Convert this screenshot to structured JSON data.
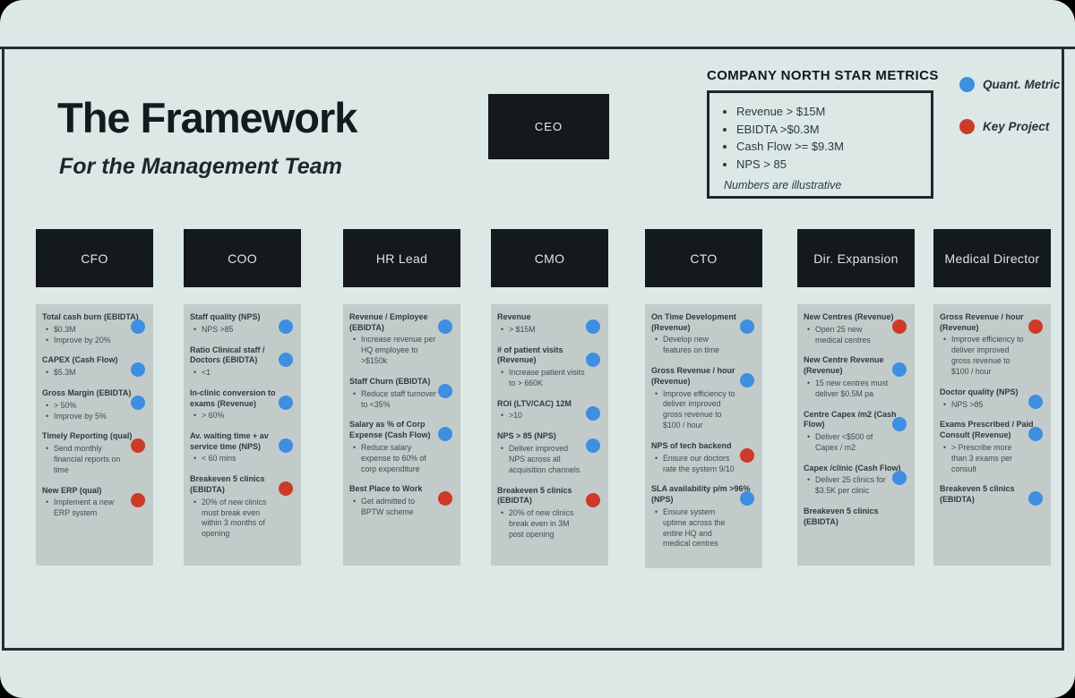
{
  "page": {
    "title": "The Framework",
    "subtitle": "For the Management Team"
  },
  "ceo_label": "CEO",
  "north_star": {
    "title": "COMPANY NORTH STAR METRICS",
    "items": [
      "Revenue > $15M",
      "EBIDTA >$0.3M",
      "Cash Flow >= $9.3M",
      "NPS > 85"
    ],
    "note": "Numbers are illustrative"
  },
  "legend": {
    "quant": {
      "label": "Quant. Metric",
      "color": "#3E8EE2"
    },
    "project": {
      "label": "Key Project",
      "color": "#CD3A28"
    }
  },
  "columns": [
    {
      "role": "CFO",
      "items": [
        {
          "title": "Total cash burn (EBIDTA)",
          "dot": "blue",
          "bullets": [
            "$0.3M",
            "Improve by 20%"
          ]
        },
        {
          "title": "CAPEX (Cash Flow)",
          "dot": "blue",
          "bullets": [
            "$5.3M"
          ]
        },
        {
          "title": "Gross Margin (EBIDTA)",
          "dot": "blue",
          "bullets": [
            "> 50%",
            "Improve by 5%"
          ]
        },
        {
          "title": "Timely Reporting (qual)",
          "dot": "red",
          "bullets": [
            "Send monthly financial reports on time"
          ]
        },
        {
          "title": "New ERP (qual)",
          "dot": "red",
          "bullets": [
            "Implement a new ERP system"
          ]
        }
      ]
    },
    {
      "role": "COO",
      "items": [
        {
          "title": "Staff quality (NPS)",
          "dot": "blue",
          "bullets": [
            "NPS >85"
          ]
        },
        {
          "title": "Ratio Clinical staff / Doctors (EBIDTA)",
          "dot": "blue",
          "bullets": [
            "<1"
          ]
        },
        {
          "title": "In-clinic conversion to exams (Revenue)",
          "dot": "blue",
          "bullets": [
            "> 60%"
          ]
        },
        {
          "title": "Av. waiting time + av service time (NPS)",
          "dot": "blue",
          "bullets": [
            "< 60 mins"
          ]
        },
        {
          "title": "Breakeven 5 clinics (EBIDTA)",
          "dot": "red",
          "bullets": [
            "20% of new clinics must break even within 3 months of opening"
          ]
        }
      ]
    },
    {
      "role": "HR Lead",
      "items": [
        {
          "title": "Revenue / Employee (EBIDTA)",
          "dot": "blue",
          "bullets": [
            "Increase revenue per HQ employee to >$150k"
          ]
        },
        {
          "title": "Staff Churn (EBIDTA)",
          "dot": "blue",
          "bullets": [
            "Reduce staff turnover to <35%"
          ]
        },
        {
          "title": "Salary as % of Corp Expense (Cash Flow)",
          "dot": "blue",
          "bullets": [
            "Reduce salary expense to 60% of corp expenditure"
          ]
        },
        {
          "title": "Best Place to Work",
          "dot": "red",
          "bullets": [
            "Get admitted to BPTW scheme"
          ]
        }
      ]
    },
    {
      "role": "CMO",
      "items": [
        {
          "title": "Revenue",
          "dot": "blue",
          "bullets": [
            "> $15M"
          ]
        },
        {
          "title": "# of patient visits (Revenue)",
          "dot": "blue",
          "bullets": [
            "Increase patient visits to > 660K"
          ]
        },
        {
          "title": "ROI (LTV/CAC) 12M",
          "dot": "blue",
          "bullets": [
            ">10"
          ]
        },
        {
          "title": "NPS > 85 (NPS)",
          "dot": "blue",
          "bullets": [
            "Deliver improved NPS across all acquisition channels"
          ]
        },
        {
          "title": "Breakeven 5 clinics (EBIDTA)",
          "dot": "red",
          "bullets": [
            "20% of new clinics break even in 3M post opening"
          ]
        }
      ]
    },
    {
      "role": "CTO",
      "items": [
        {
          "title": "On Time Development (Revenue)",
          "dot": "blue",
          "bullets": [
            "Develop new features on time"
          ]
        },
        {
          "title": "Gross Revenue / hour (Revenue)",
          "dot": "blue",
          "bullets": [
            "Improve efficiency to deliver improved gross revenue to $100 / hour"
          ]
        },
        {
          "title": "NPS of tech backend",
          "dot": "red",
          "bullets": [
            "Ensure our doctors rate the system 9/10"
          ]
        },
        {
          "title": "SLA availability p/m >96% (NPS)",
          "dot": "blue",
          "bullets": [
            "Ensure system uptime across the entire HQ and medical centres"
          ]
        }
      ]
    },
    {
      "role": "Dir. Expansion",
      "items": [
        {
          "title": "New Centres (Revenue)",
          "dot": "red",
          "bullets": [
            "Open 25 new medical centres"
          ]
        },
        {
          "title": "New Centre Revenue (Revenue)",
          "dot": "blue",
          "bullets": [
            "15 new centres must deliver $0.5M pa"
          ]
        },
        {
          "title": "Centre Capex /m2 (Cash Flow)",
          "dot": "blue",
          "bullets": [
            "Deliver <$500 of Capex / m2"
          ]
        },
        {
          "title": "Capex /clinic (Cash Flow)",
          "dot": "blue",
          "bullets": [
            "Deliver 25 clinics for $3.5K per clinic"
          ]
        },
        {
          "title": "Breakeven 5 clinics (EBIDTA)",
          "dot": null,
          "bullets": []
        }
      ]
    },
    {
      "role": "Medical Director",
      "items": [
        {
          "title": "Gross Revenue / hour (Revenue)",
          "dot": "red",
          "bullets": [
            "Improve efficiency to deliver improved gross revenue to $100 / hour"
          ]
        },
        {
          "title": "Doctor quality (NPS)",
          "dot": "blue",
          "bullets": [
            "NPS >85"
          ]
        },
        {
          "title": "Exams Prescribed / Paid Consult (Revenue)",
          "dot": "blue",
          "bullets": [
            "> Prescribe more than 3 exams per consult"
          ]
        },
        {
          "title": "Breakeven 5 clinics (EBIDTA)",
          "dot": "blue",
          "bullets": []
        }
      ]
    }
  ]
}
